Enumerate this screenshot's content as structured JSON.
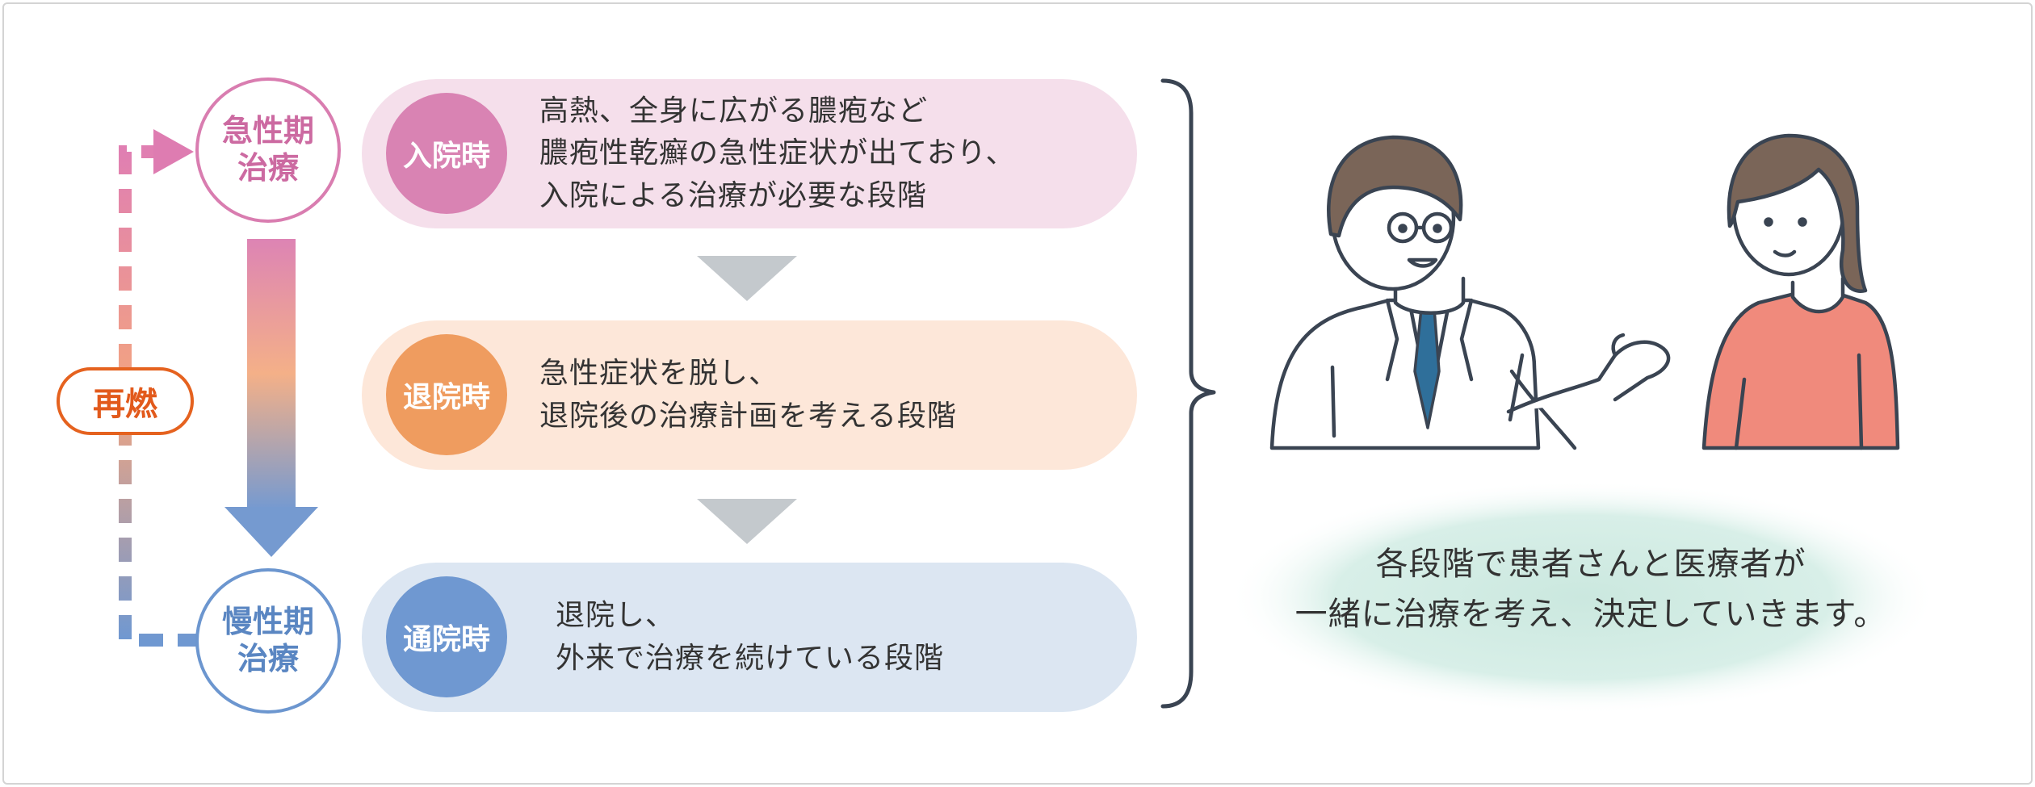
{
  "phases": {
    "acute": {
      "line1": "急性期",
      "line2": "治療"
    },
    "chronic": {
      "line1": "慢性期",
      "line2": "治療"
    },
    "relapse": "再燃"
  },
  "stages": [
    {
      "badge": "入院時",
      "lines": [
        "高熱、全身に広がる膿疱など",
        "膿疱性乾癬の急性症状が出ており、",
        "入院による治療が必要な段階"
      ]
    },
    {
      "badge": "退院時",
      "lines": [
        "急性症状を脱し、",
        "退院後の治療計画を考える段階"
      ]
    },
    {
      "badge": "通院時",
      "lines": [
        "退院し、",
        "外来で治療を続けている段階"
      ]
    }
  ],
  "message": {
    "line1": "各段階で患者さんと医療者が",
    "line2": "一緒に治療を考え、決定していきます。"
  },
  "colors": {
    "acute": "#d97db0",
    "chronic": "#6c96cf",
    "relapse": "#e5621f",
    "admission": "#d983b3",
    "discharge": "#ef9c5f",
    "outpatient": "#6f98d1",
    "arrow_gray": "#c4c9cd",
    "bracket": "#3a4452",
    "doctor_tie": "#2f6f9a",
    "patient_shirt": "#f08a7c",
    "hair": "#7a6558"
  },
  "icons": [
    "doctor-illustration",
    "patient-illustration"
  ]
}
